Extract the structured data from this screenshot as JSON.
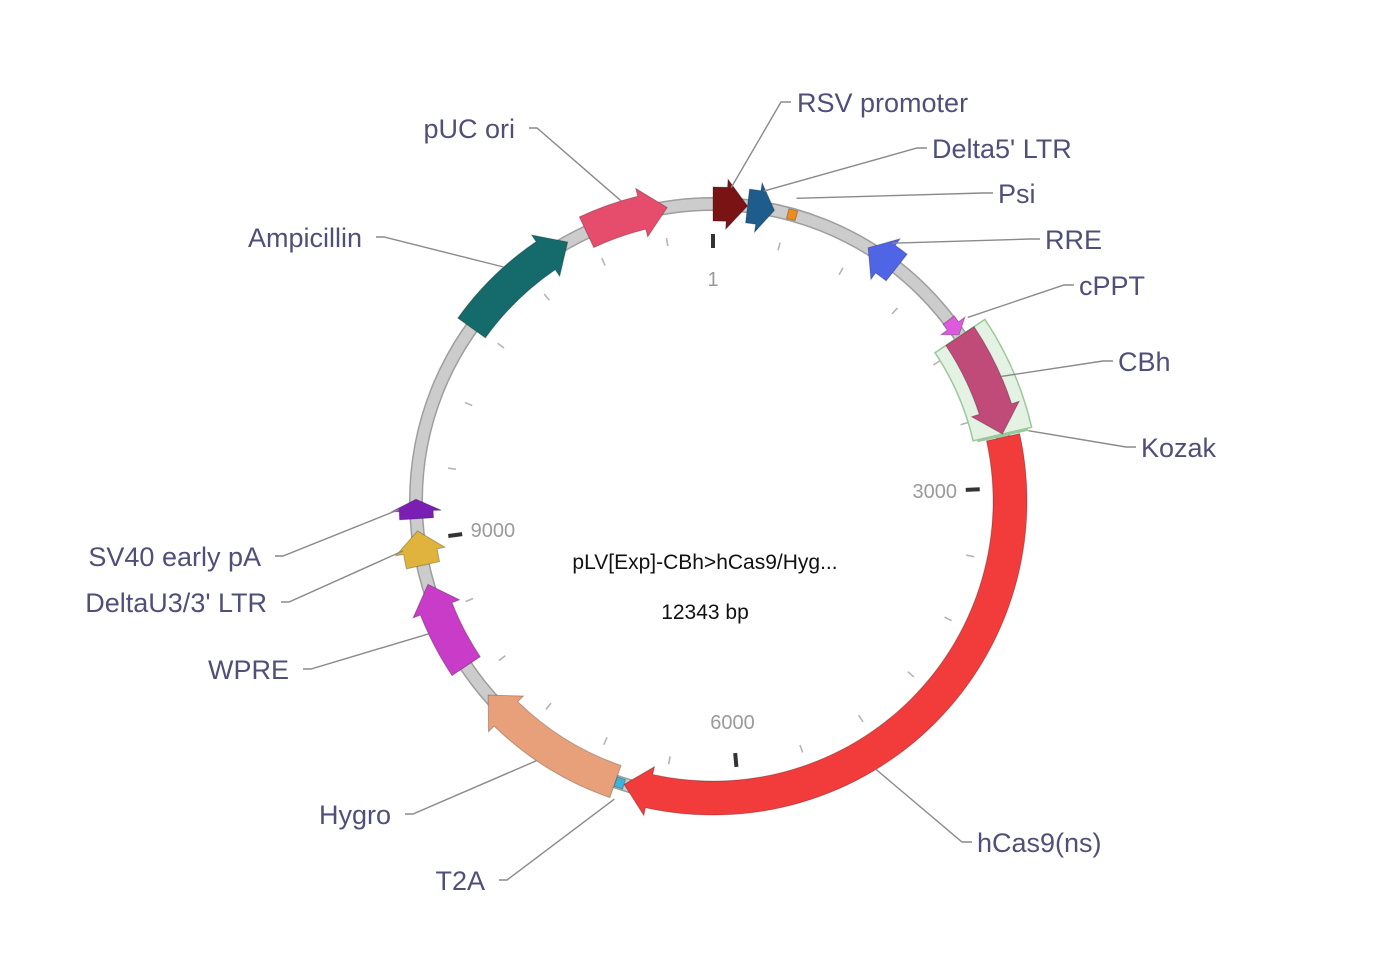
{
  "plasmid": {
    "name": "pLV[Exp]-CBh>hCas9/Hyg...",
    "size_label": "12343 bp",
    "length_bp": 12343
  },
  "tick_labels": [
    {
      "bp": 1,
      "text": "1"
    },
    {
      "bp": 3000,
      "text": "3000"
    },
    {
      "bp": 6000,
      "text": "6000"
    },
    {
      "bp": 9000,
      "text": "9000"
    }
  ],
  "features": [
    {
      "id": "rsv-promoter",
      "label": "RSV promoter",
      "start": 1,
      "end": 230,
      "strand": 1,
      "color": "#7a1414"
    },
    {
      "id": "delta5-ltr",
      "label": "Delta5' LTR",
      "start": 230,
      "end": 410,
      "strand": 1,
      "color": "#1e5c8c"
    },
    {
      "id": "psi",
      "label": "Psi",
      "start": 500,
      "end": 560,
      "strand": 1,
      "color": "#f08c1e"
    },
    {
      "id": "rre",
      "label": "RRE",
      "start": 1080,
      "end": 1310,
      "strand": -1,
      "color": "#5064e6"
    },
    {
      "id": "cppt",
      "label": "cPPT",
      "start": 1800,
      "end": 1920,
      "strand": 1,
      "color": "#dc5adc"
    },
    {
      "id": "cbh",
      "label": "CBh",
      "start": 1930,
      "end": 2640,
      "strand": 1,
      "color": "#c04a78"
    },
    {
      "id": "kozak",
      "label": "Kozak",
      "start": 2650,
      "end": 2662,
      "strand": 1,
      "color": "#8a8a8a"
    },
    {
      "id": "hcas9",
      "label": "hCas9(ns)",
      "start": 2662,
      "end": 6770,
      "strand": 1,
      "color": "#f23c3c"
    },
    {
      "id": "t2a",
      "label": "T2A",
      "start": 6770,
      "end": 6830,
      "strand": 1,
      "color": "#3cb4dc"
    },
    {
      "id": "hygro",
      "label": "Hygro",
      "start": 6830,
      "end": 7860,
      "strand": 1,
      "color": "#e8a07a"
    },
    {
      "id": "wpre",
      "label": "WPRE",
      "start": 8100,
      "end": 8700,
      "strand": 1,
      "color": "#c83cc8"
    },
    {
      "id": "deltau3-ltr",
      "label": "DeltaU3/3' LTR",
      "start": 8830,
      "end": 9060,
      "strand": 1,
      "color": "#e0b43c"
    },
    {
      "id": "sv40-early-pa",
      "label": "SV40 early pA",
      "start": 9140,
      "end": 9270,
      "strand": 1,
      "color": "#7a1eb4"
    },
    {
      "id": "ampicillin",
      "label": "Ampicillin",
      "start": 10480,
      "end": 11340,
      "strand": 1,
      "color": "#156b6b"
    },
    {
      "id": "puc-ori",
      "label": "pUC ori",
      "start": 11480,
      "end": 12040,
      "strand": 1,
      "color": "#e64c6c"
    }
  ],
  "colors": {
    "backbone": "#cccccc",
    "label_text": "#4f4f7a",
    "leader_line": "#8a8a8a",
    "tick": "#b4b4b4",
    "major_tick": "#333333",
    "cbh_box_fill": "#e4f2e4",
    "cbh_box_stroke": "#9ac89a"
  }
}
